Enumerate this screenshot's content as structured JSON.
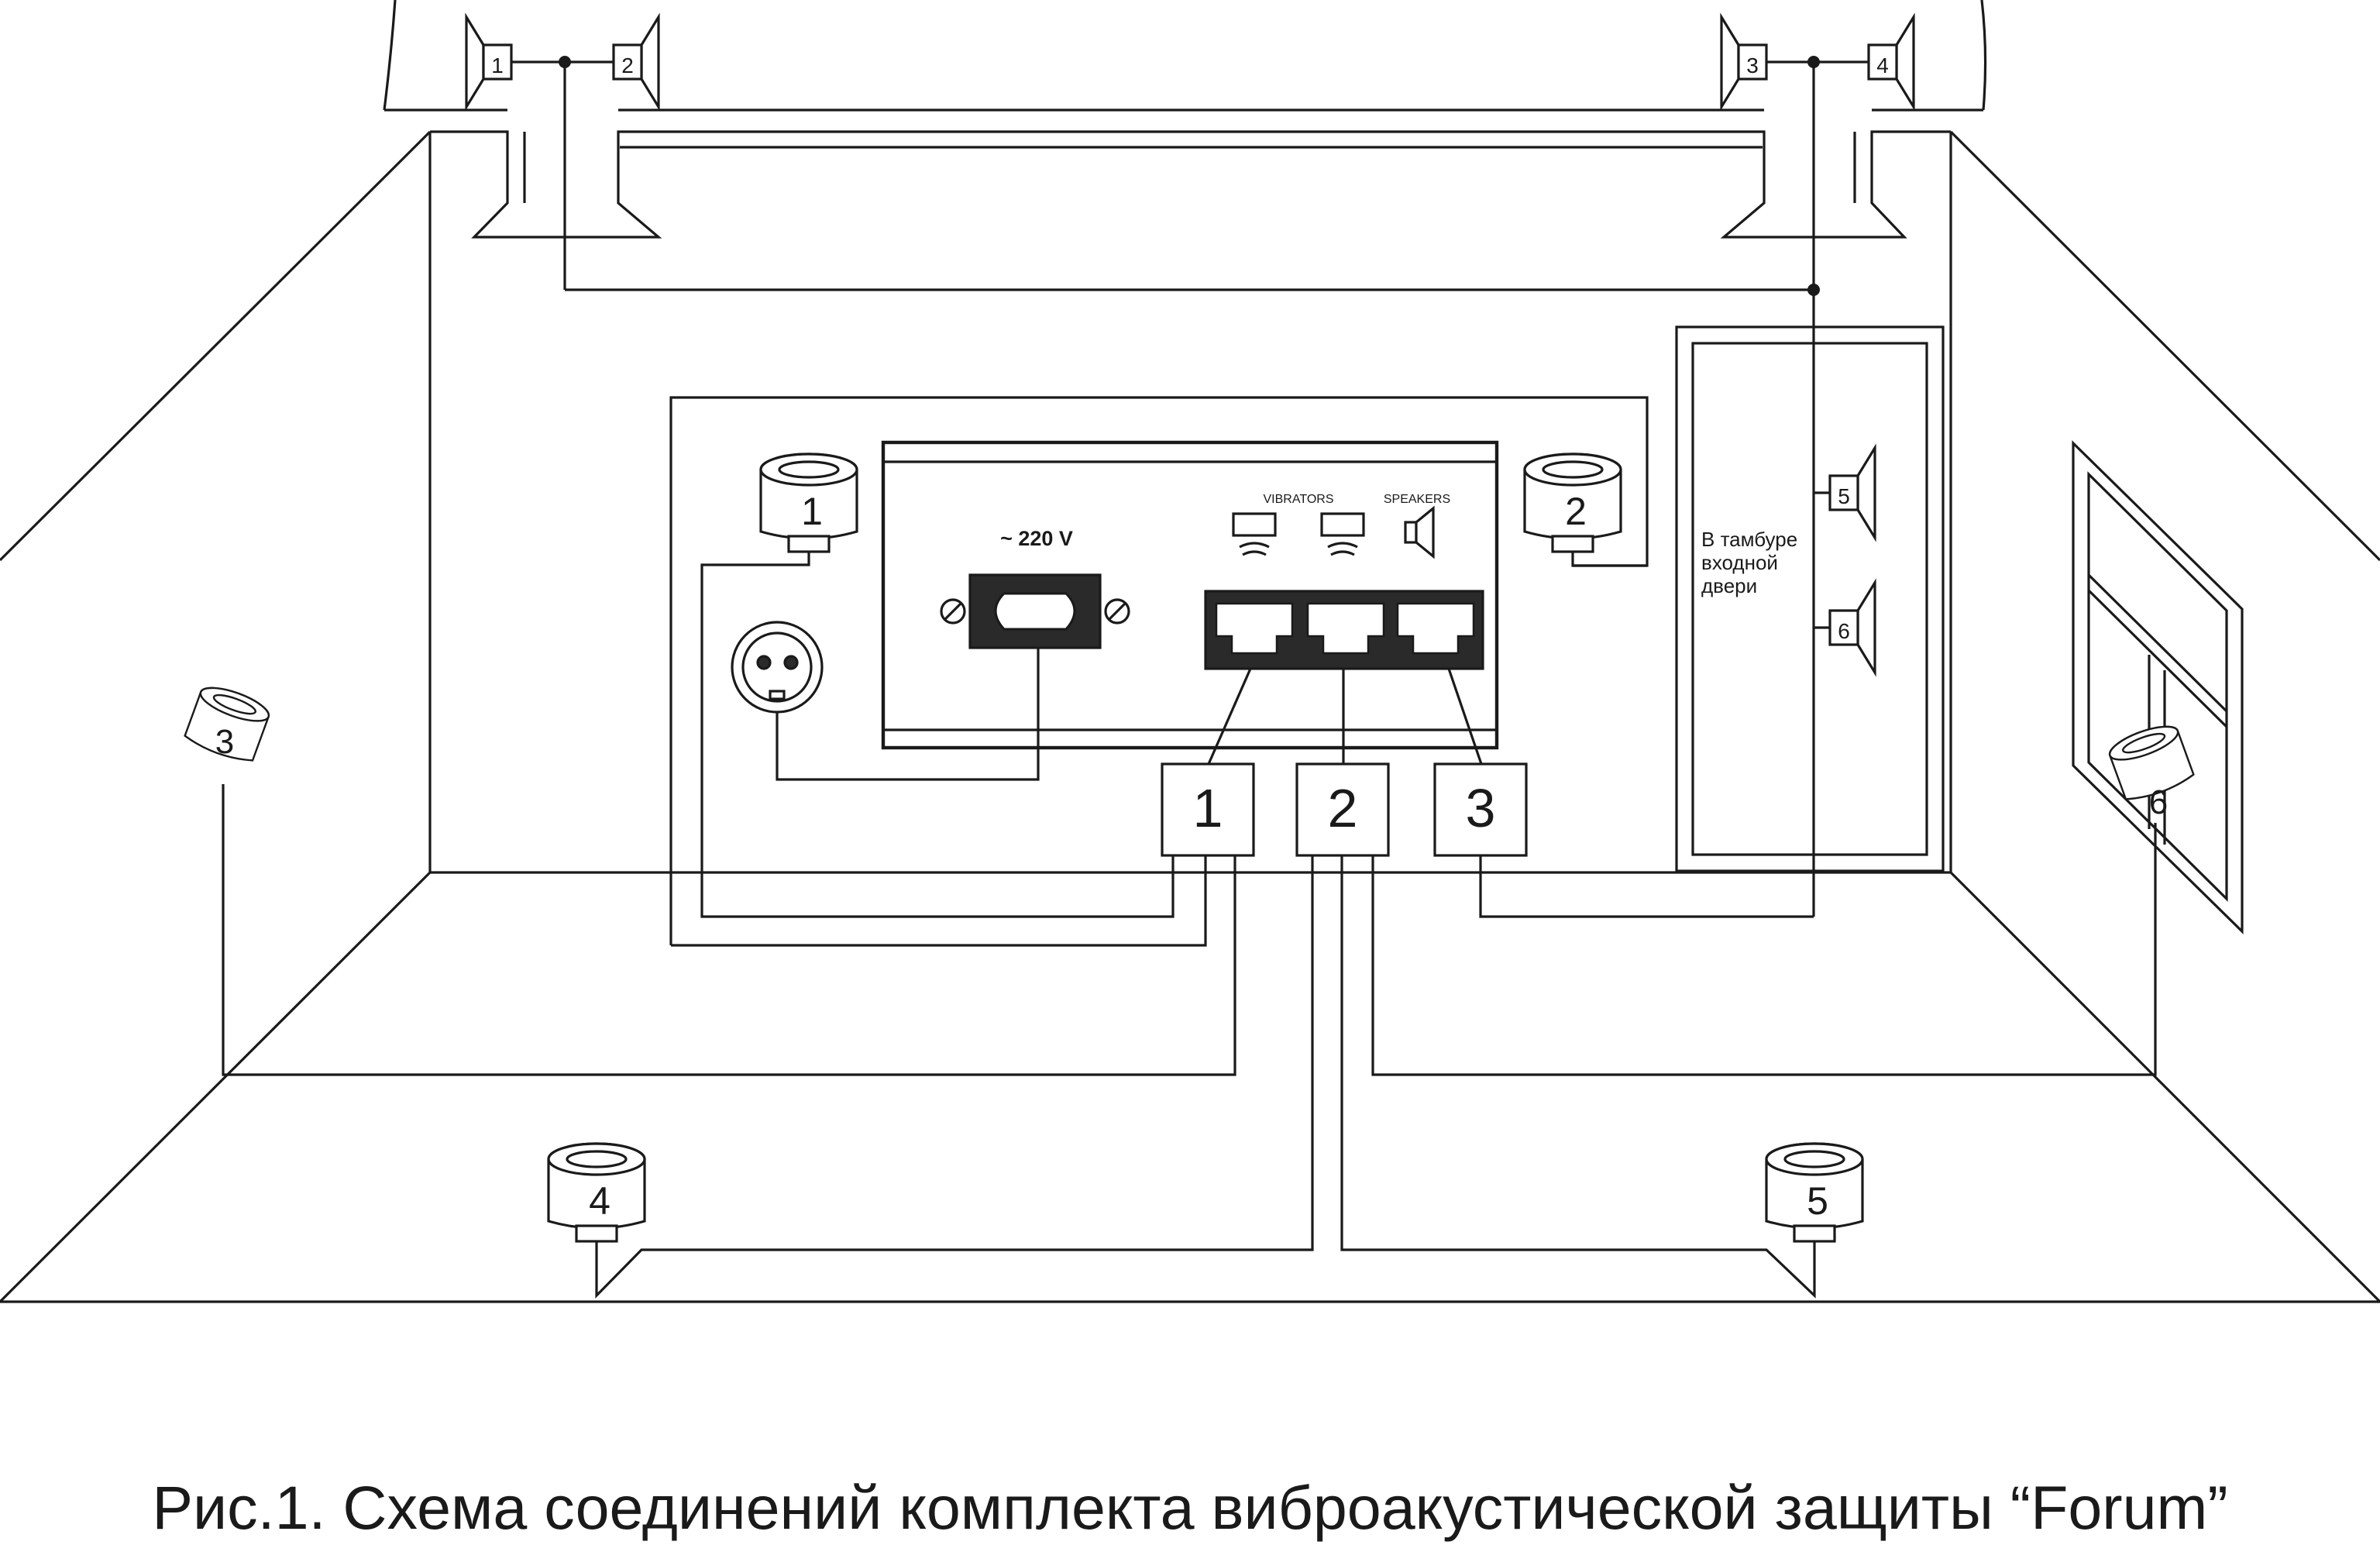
{
  "caption": "Рис.1. Схема соединений комплекта виброакустической защиты “Forum”",
  "panel": {
    "voltage_label": "~ 220 V",
    "vibrators_label": "VIBRATORS",
    "speakers_label": "SPEAKERS"
  },
  "channels": [
    "1",
    "2",
    "3"
  ],
  "vibrators": [
    "1",
    "2",
    "3",
    "4",
    "5",
    "6"
  ],
  "speakers": [
    "1",
    "2",
    "3",
    "4",
    "5",
    "6"
  ],
  "vestibule": {
    "line1": "В тамбуре",
    "line2": "входной",
    "line3": "двери"
  }
}
